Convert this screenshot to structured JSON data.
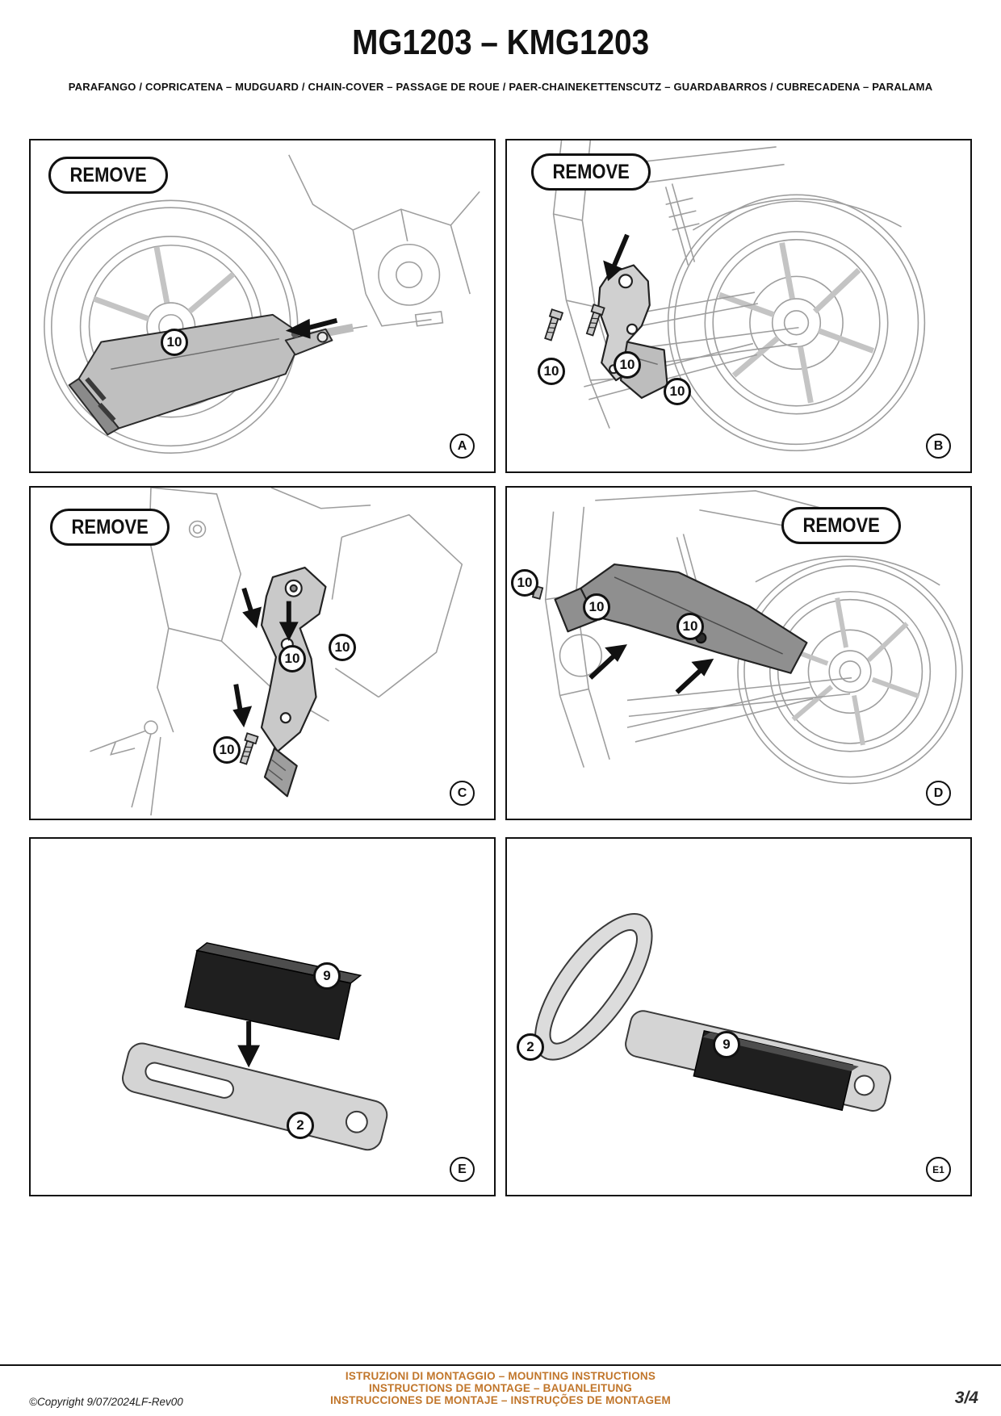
{
  "header": {
    "title": "MG1203 – KMG1203",
    "subtitle": "PARAFANGO / COPRICATENA – MUDGUARD / CHAIN-COVER – PASSAGE DE ROUE / PAER-CHAINEKETTENSCUTZ – GUARDABARROS / CUBRECADENA – PARALAMA"
  },
  "panels": {
    "a": {
      "letter": "A",
      "remove": "REMOVE",
      "callouts": [
        "10"
      ]
    },
    "b": {
      "letter": "B",
      "remove": "REMOVE",
      "callouts": [
        "10",
        "10",
        "10"
      ]
    },
    "c": {
      "letter": "C",
      "remove": "REMOVE",
      "callouts": [
        "10",
        "10",
        "10"
      ]
    },
    "d": {
      "letter": "D",
      "remove": "REMOVE",
      "callouts": [
        "10",
        "10",
        "10"
      ]
    },
    "e": {
      "letter": "E",
      "callouts": [
        "9",
        "2"
      ]
    },
    "e1": {
      "letter": "E1",
      "callouts": [
        "2",
        "9"
      ]
    }
  },
  "footer": {
    "copyright": "©Copyright 9/07/2024LF-Rev00",
    "instructions": [
      "ISTRUZIONI DI MONTAGGIO  –  MOUNTING INSTRUCTIONS",
      "INSTRUCTIONS DE MONTAGE – BAUANLEITUNG",
      "INSTRUCCIONES DE MONTAJE – INSTRUÇÕES DE MONTAGEM"
    ],
    "page_number": "3/4"
  },
  "colors": {
    "accent_orange": "#C1762B",
    "ink": "#111111",
    "part_gray": "#c9c9c9",
    "pad_black": "#1f1f1f"
  }
}
